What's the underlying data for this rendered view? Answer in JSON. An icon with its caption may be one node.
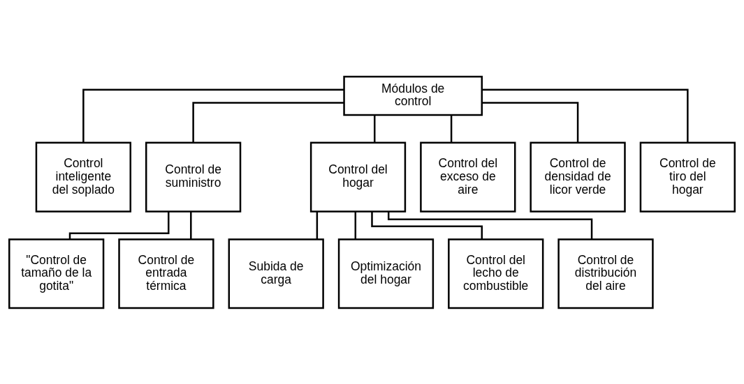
{
  "diagram": {
    "nodes": [
      {
        "text": [
          "Módulos de control"
        ]
      },
      {
        "text": [
          "Control inteligente del soplado"
        ]
      },
      {
        "text": [
          "Control de suministro"
        ]
      },
      {
        "text": [
          "Control del hogar"
        ]
      },
      {
        "text": [
          "Control del exceso de aire"
        ]
      },
      {
        "text": [
          "Control de densidad de licor verde"
        ]
      },
      {
        "text": [
          "Control de tiro del hogar"
        ]
      },
      {
        "text": [
          "\"Control de tamaño de la gotita\""
        ]
      },
      {
        "text": [
          "Control de entrada térmica"
        ]
      },
      {
        "text": [
          "Subida de carga"
        ]
      },
      {
        "text": [
          "Optimización del hogar"
        ]
      },
      {
        "text": [
          "Control del lecho de combustible"
        ]
      },
      {
        "text": [
          "Control de distribución del aire"
        ]
      }
    ],
    "edges": [
      {
        "from": 0,
        "to": 1,
        "arrow": "none"
      },
      {
        "from": 0,
        "to": 2,
        "arrow": "none"
      },
      {
        "from": 0,
        "to": 3,
        "arrow": "none"
      },
      {
        "from": 0,
        "to": 4,
        "arrow": "none"
      },
      {
        "from": 0,
        "to": 5,
        "arrow": "none"
      },
      {
        "from": 0,
        "to": 6,
        "arrow": "none"
      },
      {
        "from": 2,
        "to": 7,
        "arrow": "none"
      },
      {
        "from": 2,
        "to": 8,
        "arrow": "none"
      },
      {
        "from": 3,
        "to": 9,
        "arrow": "none"
      },
      {
        "from": 3,
        "to": 10,
        "arrow": "none"
      },
      {
        "from": 3,
        "to": 11,
        "arrow": "none"
      },
      {
        "from": 3,
        "to": 12,
        "arrow": "none"
      }
    ]
  }
}
